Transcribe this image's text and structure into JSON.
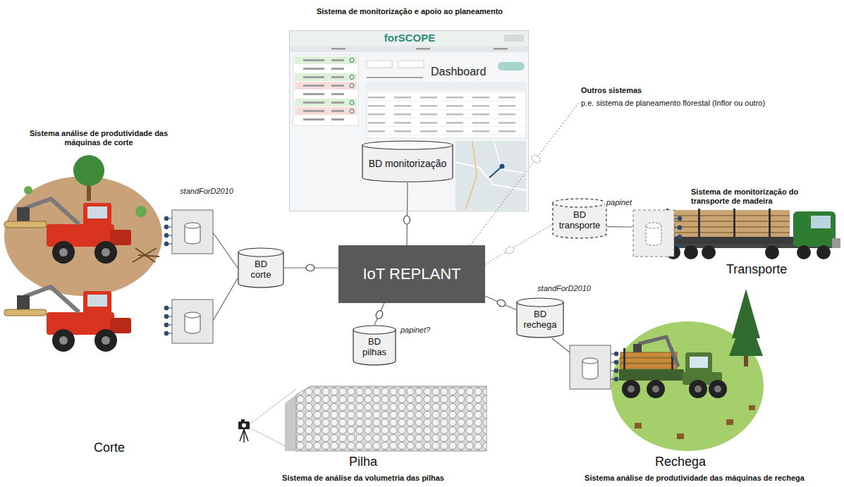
{
  "diagram": {
    "nodes": [
      {
        "text": [
          "Sistema de monitorização e apoio ao planeamento",
          "forSCOPE",
          "Dashboard"
        ]
      },
      {
        "text": [
          "BD monitorização"
        ],
        "in": 0
      },
      {
        "text": [
          "Outros sistemas",
          "p.e. sistema de planeamento florestal (Inflor ou outro)"
        ]
      },
      {
        "text": [
          "Sistema análise de produtividade das máquinas de corte",
          "Corte"
        ]
      },
      {
        "text": [
          "BD corte"
        ]
      },
      {
        "text": [
          "IoT REPLANT"
        ]
      },
      {
        "text": [
          "BD transporte"
        ]
      },
      {
        "text": [
          "Sistema de monitorização do transporte de madeira",
          "Transporte"
        ]
      },
      {
        "text": [
          "BD pilhas"
        ]
      },
      {
        "text": [
          "Pilha",
          "Sistema de análise da volumetria das pilhas"
        ]
      },
      {
        "text": [
          "BD rechega"
        ]
      },
      {
        "text": [
          "Rechega",
          "Sistema análise de produtividade das máquinas de rechega"
        ]
      }
    ],
    "edges": [
      {
        "from": 1,
        "to": 5,
        "arrow": "none"
      },
      {
        "from": 3,
        "to": 4,
        "label": "standForD2010",
        "arrow": "none"
      },
      {
        "from": 4,
        "to": 5,
        "arrow": "none"
      },
      {
        "from": 5,
        "to": 2,
        "arrow": "none"
      },
      {
        "from": 5,
        "to": 6,
        "arrow": "none"
      },
      {
        "from": 7,
        "to": 6,
        "label": "papinet",
        "arrow": "none"
      },
      {
        "from": 5,
        "to": 8,
        "label": "papinet?",
        "arrow": "none"
      },
      {
        "from": 5,
        "to": 10,
        "arrow": "none"
      },
      {
        "from": 10,
        "to": 11,
        "label": "standForD2010",
        "arrow": "none"
      }
    ]
  }
}
